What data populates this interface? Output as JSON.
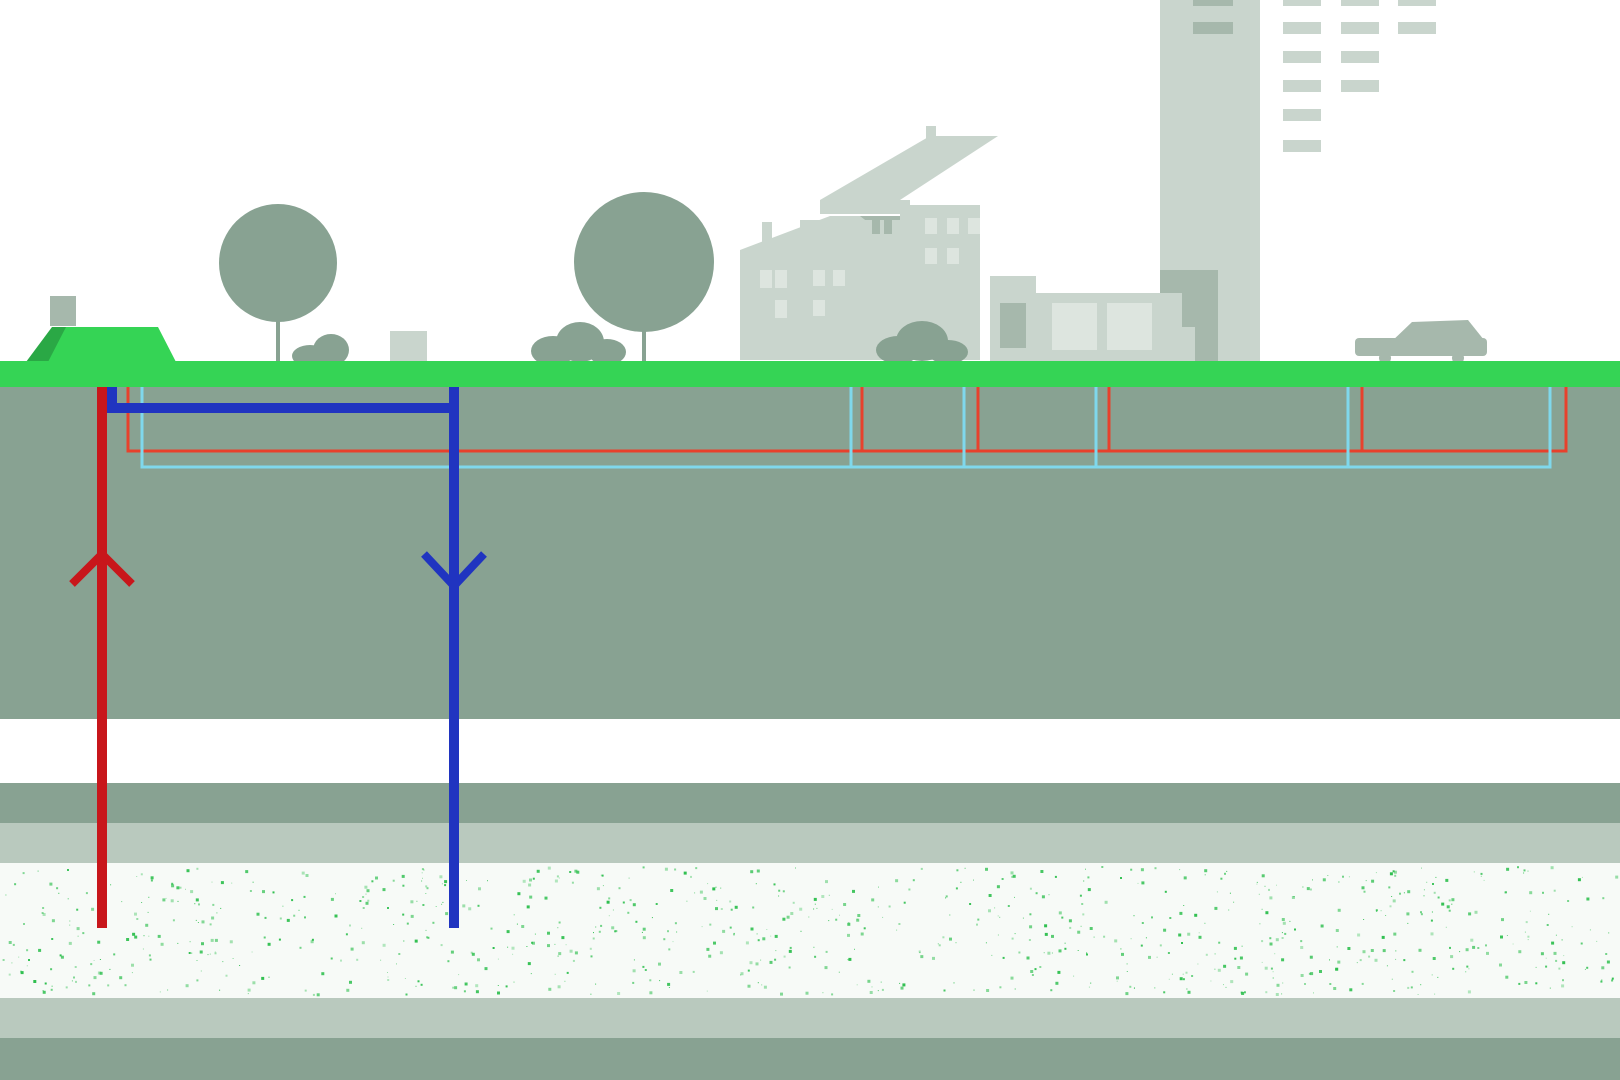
{
  "colors": {
    "sky": "#ffffff",
    "grass": "#35d455",
    "grass_dark": "#2aa845",
    "soil": "#88a292",
    "rock_light": "#b9c9be",
    "building": "#c9d5cd",
    "building_dark": "#a6b8ac",
    "tree": "#88a292",
    "window": "#dde5df",
    "aquifer_bg": "#f7faf7",
    "aquifer_dots": "#2fbf4f",
    "warm_pipe": "#c8161b",
    "cold_pipe": "#2034c0",
    "supply_line": "#e8412c",
    "return_line": "#7fd8ec"
  },
  "icons": {
    "pump_house": "pump-house-icon",
    "tree": "tree-icon",
    "shrub": "shrub-icon",
    "house": "house-icon",
    "tower": "tower-building-icon",
    "car": "car-icon",
    "up_arrow": "arrow-up-icon",
    "down_arrow": "arrow-down-icon"
  },
  "diagram": {
    "flow_up": "warm",
    "flow_down": "cold",
    "building_connections": 5,
    "aquifer_dot_count": 900
  }
}
